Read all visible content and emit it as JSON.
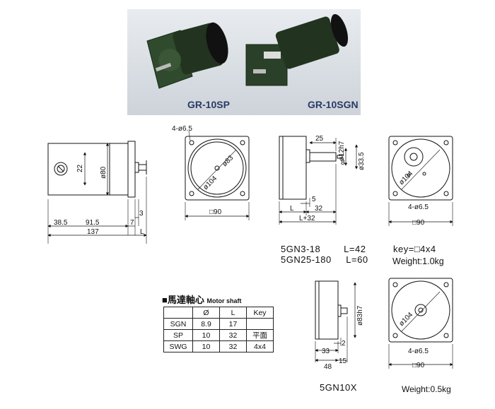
{
  "photo_labels": {
    "left_model": "GR-10SP",
    "right_model": "GR-10SGN"
  },
  "view1": {
    "dims": [
      "38.5",
      "91.5",
      "137",
      "7",
      "3",
      "L",
      "22",
      "ø80"
    ]
  },
  "view2": {
    "dims": [
      "4-ø6.5",
      "ø83",
      "ø104",
      "□90"
    ]
  },
  "view3": {
    "dims": [
      "25",
      "ø12h7",
      "ø33.5",
      "8",
      "5",
      "L",
      "32",
      "L+32"
    ]
  },
  "view4": {
    "dims": [
      "ø104",
      "4-ø6.5",
      "□90"
    ]
  },
  "view5": {
    "dims": [
      "ø83h7",
      "2",
      "33",
      "48",
      "15"
    ]
  },
  "view6": {
    "dims": [
      "ø104",
      "4-ø6.5",
      "□90"
    ]
  },
  "specs": {
    "line1": "5GN3-18        L=42",
    "line2": "5GN25-180     L=60",
    "key": "key=□4x4",
    "weight1": "Weight:1.0kg",
    "model2": "5GN10X",
    "weight2": "Weight:0.5kg"
  },
  "shaft_table": {
    "title_cn": "■馬達軸心",
    "title_en": "Motor shaft",
    "headers": [
      "",
      "Ø",
      "L",
      "Key"
    ],
    "rows": [
      [
        "SGN",
        "8.9",
        "17",
        ""
      ],
      [
        "SP",
        "10",
        "32",
        "平面"
      ],
      [
        "SWG",
        "10",
        "32",
        "4x4"
      ]
    ]
  }
}
